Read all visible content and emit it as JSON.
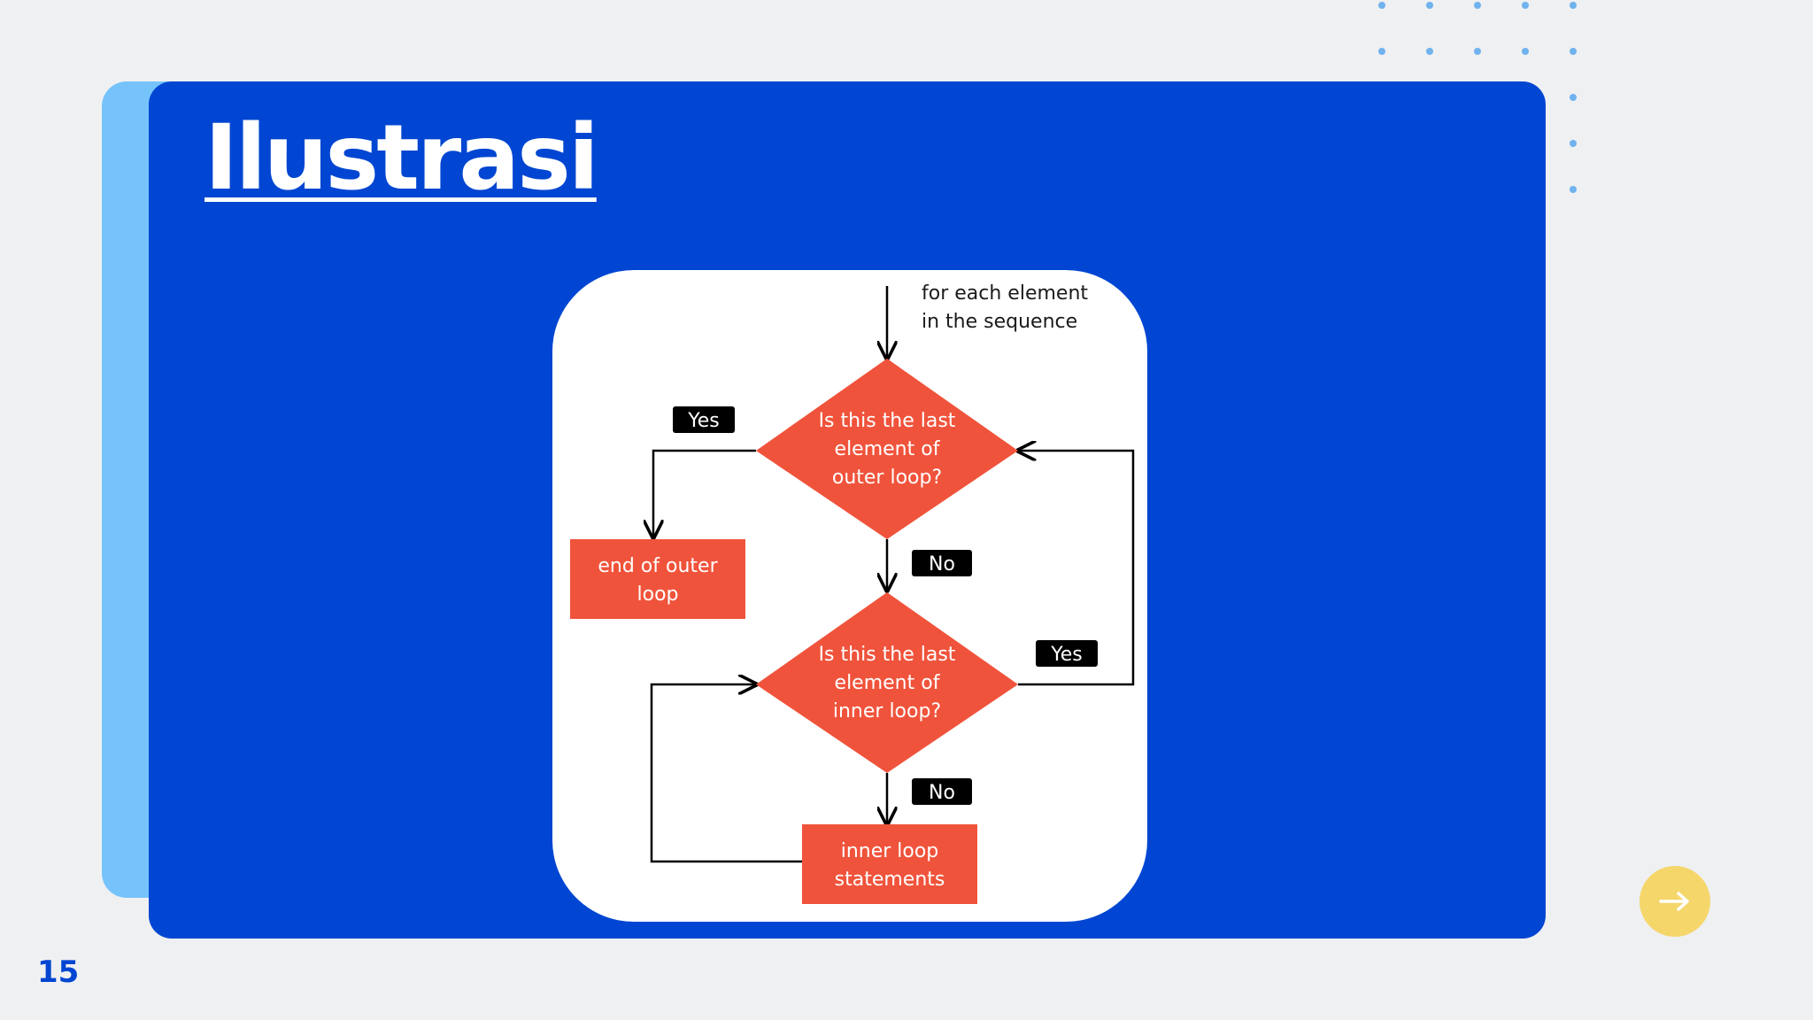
{
  "slide": {
    "title": "Ilustrasi",
    "page_number": "15"
  },
  "diagram": {
    "start_note": [
      "for each element",
      "in the sequence"
    ],
    "decision_outer": [
      "Is this the last",
      "element of",
      "outer loop?"
    ],
    "decision_inner": [
      "Is this the last",
      "element of",
      "inner loop?"
    ],
    "end_outer": [
      "end of outer",
      "loop"
    ],
    "inner_statements": [
      "inner loop",
      "statements"
    ],
    "label_yes_outer": "Yes",
    "label_no_outer": "No",
    "label_yes_inner": "Yes",
    "label_no_inner": "No"
  },
  "colors": {
    "card_blue": "#0046d2",
    "accent_light_blue": "#76c3fb",
    "node_red": "#f0533b",
    "label_black": "#000000",
    "button_yellow": "#f5d66b"
  },
  "icons": {
    "next": "arrow-right-icon"
  }
}
